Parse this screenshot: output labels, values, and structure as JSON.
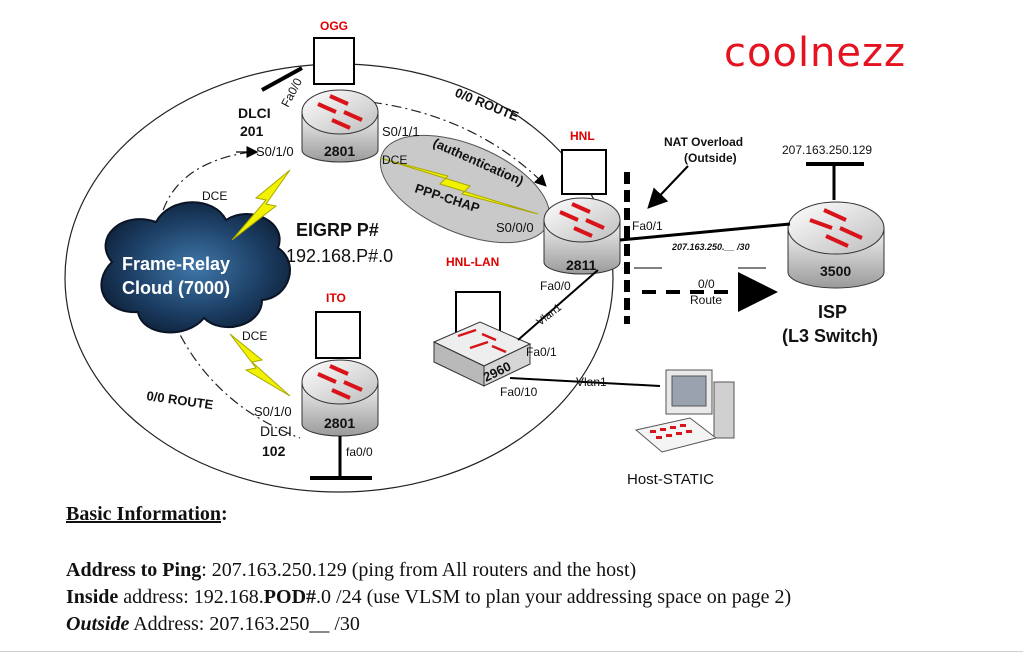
{
  "brand": "coolnezz",
  "labels": {
    "ogg": "OGG",
    "hnl": "HNL",
    "hnl_lan": "HNL-LAN",
    "ito": "ITO",
    "dlci_top": "DLCI",
    "dlci_top_num": "201",
    "dlci_bottom": "DLCI",
    "dlci_bottom_num": "102",
    "fa00_ogg": "Fa0/0",
    "s010_ogg": "S0/1/0",
    "s011_ogg": "S0/1/1",
    "dce_link": "DCE",
    "dce_cloud_top": "DCE",
    "dce_cloud_bottom": "DCE",
    "auth": "(authentication)",
    "ppp_chap": "PPP-CHAP",
    "s000_hnl": "S0/0/0",
    "route_top": "0/0 ROUTE",
    "route_bottom": "0/0 ROUTE",
    "eigrp_title": "EIGRP P#",
    "eigrp_net": "192.168.P#.0",
    "cloud_line1": "Frame-Relay",
    "cloud_line2": "Cloud (7000)",
    "ogg_model": "2801",
    "ito_model": "2801",
    "hnl_model": "2811",
    "isp_model": "3500",
    "switch_model": "2960",
    "s010_ito": "S0/1/0",
    "fa00_ito": "fa0/0",
    "fa00_hnl": "Fa0/0",
    "fa01_hnl": "Fa0/1",
    "vlan1_up": "Vlan1",
    "fa01_sw": "Fa0/1",
    "fa010_sw": "Fa0/10",
    "vlan1_host": "Vlan1",
    "nat_line1": "NAT Overload",
    "nat_line2": "(Outside)",
    "isp_ip": "207.163.250.129",
    "outside_ip": "207.163.250.__ /30",
    "route_right_1": "0/0",
    "route_right_2": "Route",
    "isp_line1": "ISP",
    "isp_line2": "(L3 Switch)",
    "host": "Host-STATIC"
  },
  "info": {
    "heading": "Basic Information",
    "heading_colon": ":",
    "ping_label": "Address to Ping",
    "ping_value": ":  207.163.250.129 (ping from All routers and the host)",
    "inside_label": "Inside",
    "inside_text": " address:     192.168.",
    "inside_pod": "POD#",
    "inside_rest": ".0 /24 (use VLSM to plan your addressing space on page 2)",
    "outside_label": "Outside",
    "outside_text": " Address:  207.163.250__  /30"
  },
  "colors": {
    "alert_red": "#e00000",
    "lightning": "#f2f200",
    "router_red": "#d8141a",
    "brand_red": "#e4131f"
  }
}
